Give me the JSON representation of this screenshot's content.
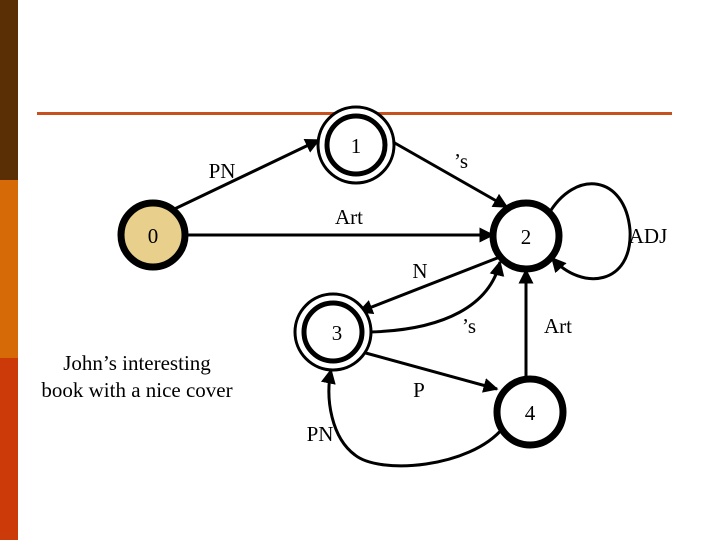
{
  "colors": {
    "bar_top": "#5a2f05",
    "bar_mid": "#d56a06",
    "bar_bot": "#cc3a0a",
    "rule": "#c8501e",
    "start_state_fill": "#e8cf8c",
    "stroke": "#000000"
  },
  "states": {
    "s0": "0",
    "s1": "1",
    "s2": "2",
    "s3": "3",
    "s4": "4"
  },
  "edge_labels": {
    "pn_0_1": "PN",
    "s_1_2": "’s",
    "art_0_2": "Art",
    "adj_loop_2": "ADJ",
    "n_2_3": "N",
    "s_3_2": "’s",
    "art_4_2": "Art",
    "p_3_4": "P",
    "pn_4_3": "PN"
  },
  "example_sentence": {
    "line1": "John’s interesting",
    "line2": "book with a nice cover"
  }
}
